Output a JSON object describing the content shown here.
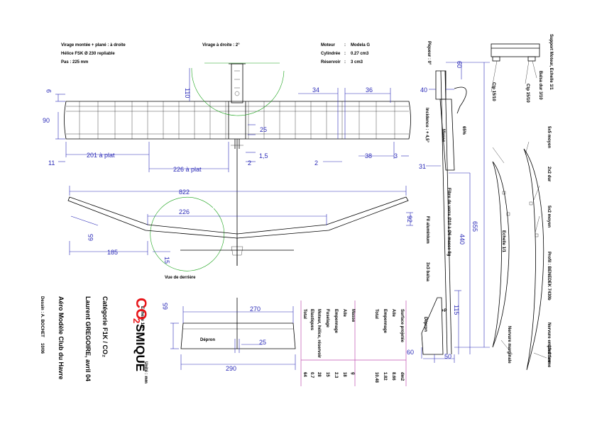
{
  "notes_top_left": [
    "Virage montée + plané : à droite",
    "Hélice FSK Ø 230 repliable",
    "Pas : 225 mm"
  ],
  "note_rudder": "Virage à droite : 2°",
  "engine": {
    "l1": "Moteur",
    "v1": "Modela G",
    "l2": "Cylindrée",
    "v2": "0.27 cm3",
    "l3": "Réservoir",
    "v3": "3 cm3"
  },
  "dims": {
    "d9": "9",
    "d90": "90",
    "d11": "11",
    "d110": "110",
    "d34": "34",
    "d36": "36",
    "d25": "25",
    "d201": "201 à plat",
    "d1_5": "1,5",
    "d2a": "2",
    "d2b": "2",
    "d38": "38",
    "d3": "3",
    "d226plat": "226 à plat",
    "d822": "822",
    "d226": "226",
    "d92": "92",
    "d65": "65",
    "d185": "185",
    "d15": "15",
    "d270": "270",
    "d65b": "65",
    "d25b": "25",
    "d290": "290",
    "d60": "60",
    "d40": "40",
    "d31": "31",
    "d440": "440",
    "d655": "655",
    "d115": "115",
    "d60b": "60",
    "d50": "50"
  },
  "labels": {
    "rear_view": "Vue de derrière",
    "depron": "Dépron",
    "depron2": "Dépron",
    "scale15": "Echelle 1/5",
    "units": "Unité : mm",
    "scale11": "Echelle 1/1",
    "masse": "Masse",
    "pignon": "Piqueur : 0°",
    "incidence": "Incidence : + 4,5°",
    "cg": "65%",
    "fibre": "Fibre de verre Ø10 à Ø6 masse 8g",
    "fil": "Fil aluminium",
    "balsa3x3": "3x3 balsa",
    "plus_p": "+P",
    "support": "Support Moteur, Echelle 1/1",
    "balsa30": "Balsa dur 3/10",
    "ctp15a": "Ctp 15/10",
    "ctp15b": "Ctp 15/10",
    "moyen5x5": "5x5 moyen",
    "dur2x2": "2x2 dur",
    "moyen5x2": "5x2 moyen",
    "profil": "Profil : BENEDEK 7430b",
    "nervure_marg": "Nervure marginale",
    "nervure_emp": "Nervure emplanture",
    "ferme": "10x2 ferme",
    "ech11b": "Echelle 1/1"
  },
  "title_block": {
    "co": "CO",
    "sub2": "2",
    "smique": "SMIQUE",
    "category": "Catégorie F1K / CO₂",
    "author": "Laurent GREGOIRE, avril 04",
    "club": "Aéro Modèle Club du Havre",
    "drawn": "Dessin : A. BOCHET",
    "ref": "10/06"
  },
  "table_surface": {
    "head": "Surface projetée",
    "unit": "dm2",
    "rows": [
      [
        "Aile",
        "8.66"
      ],
      [
        "Empennage",
        "1.82"
      ],
      [
        "Total",
        "10.48"
      ]
    ]
  },
  "table_mass": {
    "head": "Masse",
    "unit": "g",
    "rows": [
      [
        "Aile",
        "18"
      ],
      [
        "Empennage",
        "2.3"
      ],
      [
        "Fuselage",
        "15"
      ],
      [
        "Moteur, hélice, réservoir",
        "28"
      ],
      [
        "Elastiques",
        "0.7"
      ],
      [
        "Total",
        "64"
      ]
    ]
  }
}
